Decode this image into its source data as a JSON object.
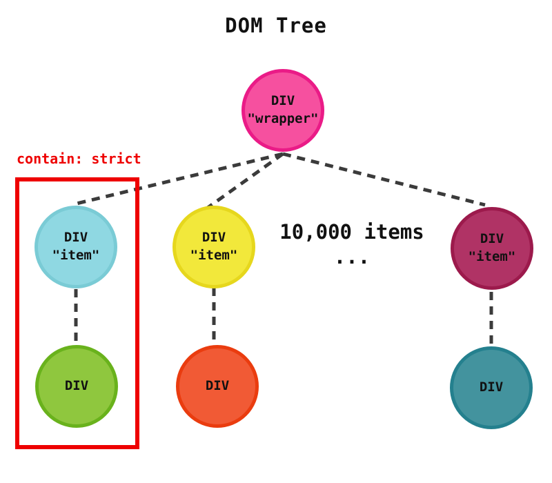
{
  "title": "DOM Tree",
  "annotation": {
    "label": "contain: strict",
    "color": "#ee0000"
  },
  "counter": {
    "line1": "10,000 items",
    "line2": "..."
  },
  "edge_color": "#3b3b3b",
  "nodes": {
    "wrapper": {
      "line1": "DIV",
      "line2": "\"wrapper\"",
      "fill": "#f6509f",
      "border": "#ea1b87"
    },
    "item1": {
      "line1": "DIV",
      "line2": "\"item\"",
      "fill": "#8fd8e2",
      "border": "#7acbd5"
    },
    "item2": {
      "line1": "DIV",
      "line2": "\"item\"",
      "fill": "#f2e83b",
      "border": "#e6d71d"
    },
    "item3": {
      "line1": "DIV",
      "line2": "\"item\"",
      "fill": "#b03365",
      "border": "#9c1a4c"
    },
    "child1": {
      "line1": "DIV",
      "fill": "#8fc73e",
      "border": "#69b21c"
    },
    "child2": {
      "line1": "DIV",
      "fill": "#f15a35",
      "border": "#ea3c0f"
    },
    "child3": {
      "line1": "DIV",
      "fill": "#43939e",
      "border": "#24808e"
    }
  }
}
